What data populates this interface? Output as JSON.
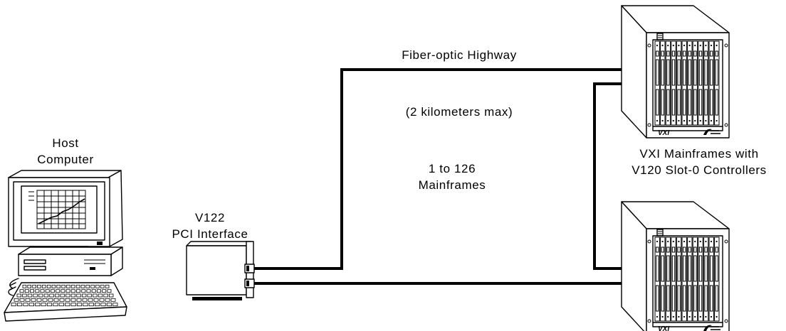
{
  "labels": {
    "host": [
      "Host",
      "Computer"
    ],
    "interface": [
      "V122",
      "PCI Interface"
    ],
    "highway": "Fiber-optic Highway",
    "distance": "(2 kilometers max)",
    "count": [
      "1 to 126",
      "Mainframes"
    ],
    "mainframes": [
      "VXI Mainframes with",
      "V120 Slot-0 Controllers"
    ]
  },
  "mainframe_badge": "VXI",
  "devices": {
    "host": {
      "icon": "desktop-computer-icon"
    },
    "interface": {
      "icon": "pci-card-icon"
    },
    "mainframe": {
      "icon": "vxi-mainframe-icon",
      "count_drawn": 2,
      "slots": 12
    }
  }
}
